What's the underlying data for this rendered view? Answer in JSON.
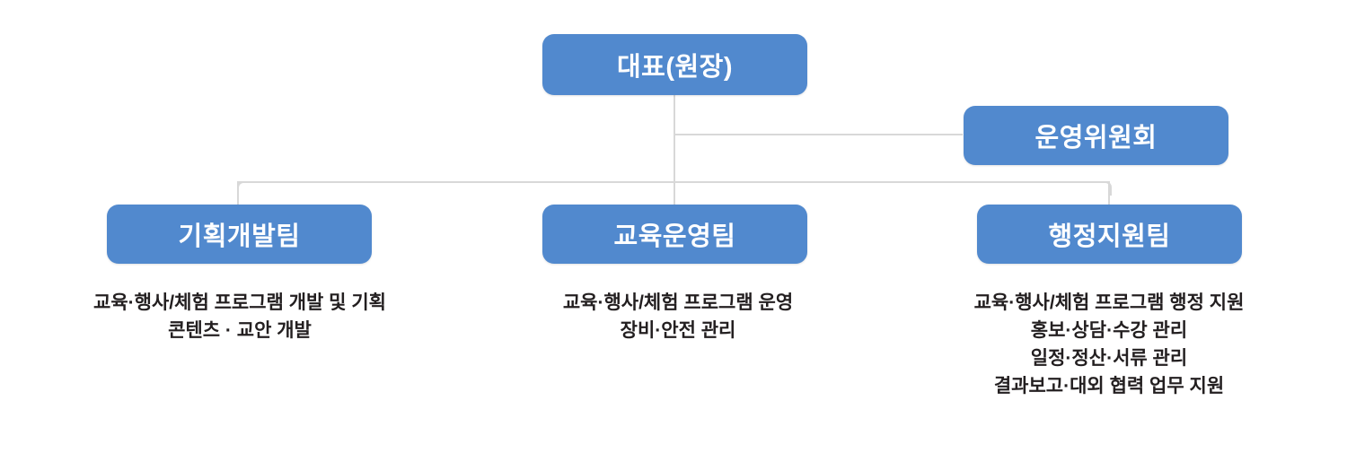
{
  "org_chart": {
    "type": "organization-chart",
    "colors": {
      "box_fill": "#5189CE",
      "box_text": "#FFFFFF",
      "connector": "#D8D8D8",
      "description_text": "#231F20",
      "background": "#FFFFFF"
    },
    "root": {
      "label": "대표(원장)"
    },
    "advisory": {
      "label": "운영위원회"
    },
    "teams": [
      {
        "label": "기획개발팀",
        "duties": [
          "교육·행사/체험 프로그램 개발 및 기획",
          "콘텐츠 · 교안 개발"
        ]
      },
      {
        "label": "교육운영팀",
        "duties": [
          "교육·행사/체험 프로그램 운영",
          "장비·안전 관리"
        ]
      },
      {
        "label": "행정지원팀",
        "duties": [
          "교육·행사/체험 프로그램 행정 지원",
          "홍보·상담·수강 관리",
          "일정·정산·서류 관리",
          "결과보고·대외 협력 업무 지원"
        ]
      }
    ]
  }
}
